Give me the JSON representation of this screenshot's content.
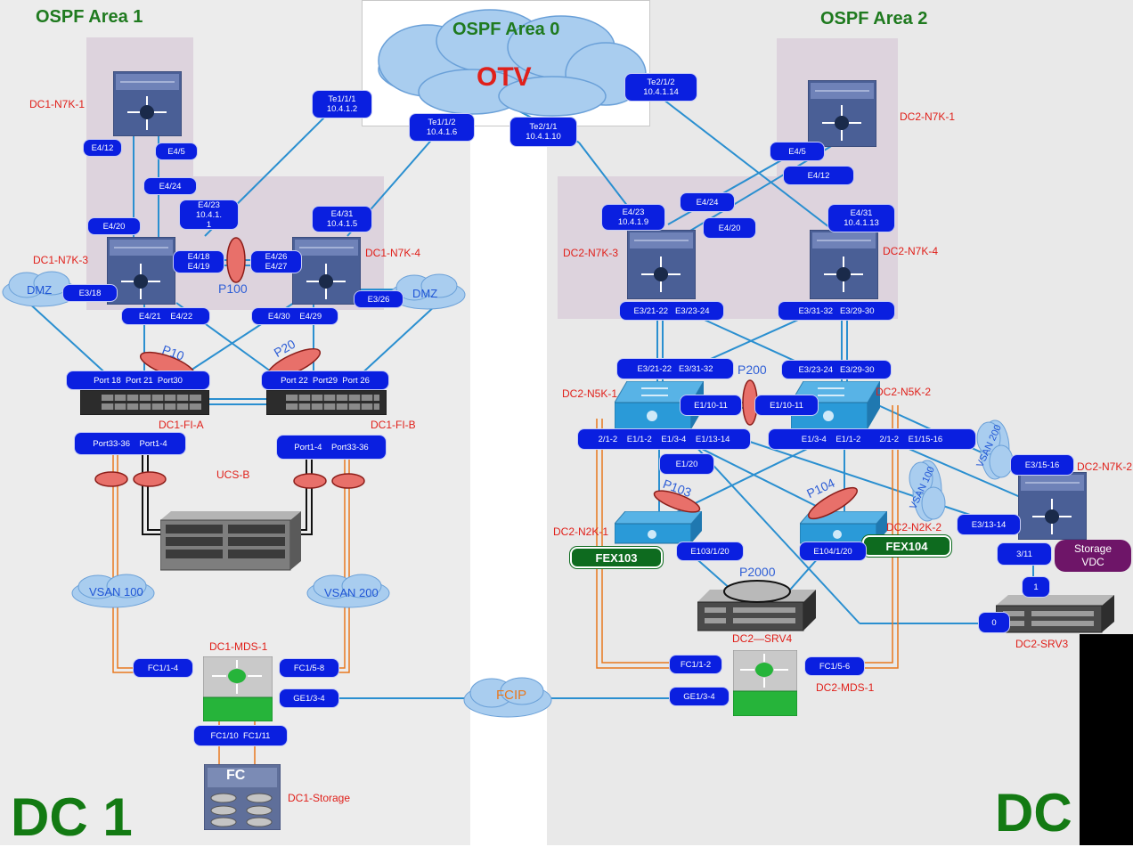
{
  "areas": {
    "area1": "OSPF Area 1",
    "area0": "OSPF Area 0",
    "area2": "OSPF Area 2",
    "otv": "OTV"
  },
  "sites": {
    "dc1": "DC 1",
    "dc2": "DC"
  },
  "devices": {
    "dc1_n7k_1": "DC1-N7K-1",
    "dc1_n7k_3": "DC1-N7K-3",
    "dc1_n7k_4": "DC1-N7K-4",
    "dc1_fi_a": "DC1-FI-A",
    "dc1_fi_b": "DC1-FI-B",
    "ucs_b": "UCS-B",
    "dc1_mds_1": "DC1-MDS-1",
    "dc1_storage": "DC1-Storage",
    "dc2_n7k_1": "DC2-N7K-1",
    "dc2_n7k_3": "DC2-N7K-3",
    "dc2_n7k_4": "DC2-N7K-4",
    "dc2_n5k_1": "DC2-N5K-1",
    "dc2_n5k_2": "DC2-N5K-2",
    "dc2_n7k_2": "DC2-N7K-2",
    "dc2_n2k_1": "DC2-N2K-1",
    "dc2_n2k_2": "DC2-N2K-2",
    "dc2_srv4": "DC2—SRV4",
    "dc2_srv3": "DC2-SRV3",
    "dc2_mds_1": "DC2-MDS-1"
  },
  "clouds": {
    "dmz_left": "DMZ",
    "dmz_right": "DMZ",
    "vsan100_left": "VSAN 100",
    "vsan200_left": "VSAN 200",
    "vsan200_right": "VSAN 200",
    "vsan100_right": "VSAN 100",
    "fcip": "FCIP"
  },
  "port_channels": {
    "p100": "P100",
    "p10": "P10",
    "p20": "P20",
    "p200": "P200",
    "p103": "P103",
    "p104": "P104",
    "p2000": "P2000"
  },
  "fex": {
    "fex103": "FEX103",
    "fex104": "FEX104"
  },
  "storage_vdc": {
    "line1": "Storage",
    "line2": "VDC"
  },
  "fc_label": "FC",
  "ports": {
    "te111": "Te1/1/1\n10.4.1.2",
    "te112": "Te1/1/2\n10.4.1.6",
    "te212": "Te2/1/2\n10.4.1.14",
    "te211": "Te2/1/1\n10.4.1.10",
    "d1_e4_12": "E4/12",
    "d1_e4_5": "E4/5",
    "d1_e4_24": "E4/24",
    "d1_e4_20": "E4/20",
    "d1_e4_23": "E4/23\n10.4.1.\n1",
    "d1_e4_31": "E4/31\n10.4.1.5",
    "d1_e4_18": "E4/18\nE4/19",
    "d1_e4_26": "E4/26\nE4/27",
    "d1_e3_18": "E3/18",
    "d1_e3_26": "E3/26",
    "d1_e4_21": "E4/21    E4/22",
    "d1_e4_30": "E4/30    E4/29",
    "fi_a_top": "Port 18  Port 21  Port30",
    "fi_b_top": "Port 22  Port29  Port 26",
    "fi_a_bot": "Port33-36    Port1-4",
    "fi_b_bot": "Port1-4    Port33-36",
    "mds1_fc14": "FC1/1-4",
    "mds1_fc58": "FC1/5-8",
    "mds1_ge": "GE1/3-4",
    "mds1_fc110": "FC1/10  FC1/11",
    "d2_e4_5": "E4/5",
    "d2_e4_12": "E4/12",
    "d2_e4_24": "E4/24",
    "d2_e4_20": "E4/20",
    "d2_e4_23": "E4/23\n10.4.1.9",
    "d2_e4_31": "E4/31\n10.4.1.13",
    "n7k3_bot": "E3/21-22   E3/23-24",
    "n7k4_bot": "E3/31-32   E3/29-30",
    "n5k1_top": "E3/21-22   E3/31-32",
    "n5k2_top": "E3/23-24   E3/29-30",
    "n5k1_e110": "E1/10-11",
    "n5k2_e110": "E1/10-11",
    "n5k1_bot": "2/1-2    E1/1-2    E1/3-4    E1/13-14",
    "n5k2_bot": "E1/3-4    E1/1-2        2/1-2    E1/15-16",
    "n5k1_e120": "E1/20",
    "e103": "E103/1/20",
    "e104": "E104/1/20",
    "n7k2_e315": "E3/15-16",
    "n7k2_e313": "E3/13-14",
    "n7k2_311": "3/11",
    "srv3_1": "1",
    "srv3_0": "0",
    "mds2_fc112": "FC1/1-2",
    "mds2_fc156": "FC1/5-6",
    "mds2_ge": "GE1/3-4"
  },
  "colors": {
    "port_blue": "#0a1fe0",
    "label_red": "#e0201a",
    "area_green": "#1f7a1f",
    "link_blue": "#2a8fd0",
    "fc_orange": "#e8781e",
    "pc_red": "#e8706a",
    "fex_green": "#0e6b1f",
    "vdc_purple": "#6e1568"
  },
  "icons": {
    "n7k": "nexus-7000-switch-icon",
    "n5k": "nexus-5000-switch-icon",
    "n2k": "nexus-2000-fex-icon",
    "fi": "fabric-interconnect-icon",
    "mds": "mds-switch-icon",
    "ucs": "ucs-blade-chassis-icon",
    "server": "rack-server-icon",
    "storage": "fc-storage-array-icon",
    "cloud": "cloud-icon"
  }
}
